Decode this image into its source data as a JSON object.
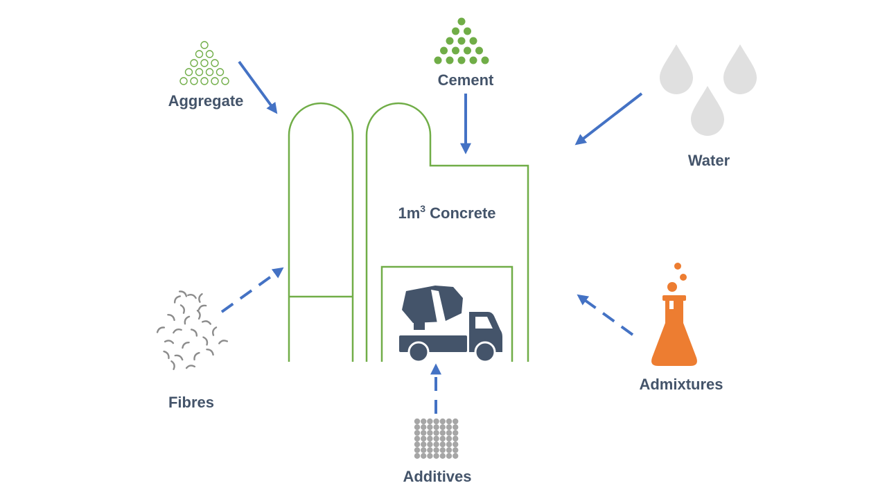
{
  "colors": {
    "label": "#44546a",
    "plant_outline": "#70ad47",
    "arrow": "#4472c4",
    "water_drop": "#e0e0e0",
    "fibre": "#8c8c8c",
    "additive_dot": "#a6a6a6",
    "flask": "#ed7d31",
    "truck": "#44546a"
  },
  "plant": {
    "main_label": "1m",
    "main_label_sup": "3",
    "main_label_rest": " Concrete"
  },
  "inputs": {
    "aggregate": {
      "label": "Aggregate",
      "icon": "aggregate-icon",
      "arrow": "solid"
    },
    "cement": {
      "label": "Cement",
      "icon": "cement-icon",
      "arrow": "solid"
    },
    "water": {
      "label": "Water",
      "icon": "water-drops-icon",
      "arrow": "solid"
    },
    "fibres": {
      "label": "Fibres",
      "icon": "fibres-icon",
      "arrow": "dashed"
    },
    "admixtures": {
      "label": "Admixtures",
      "icon": "flask-icon",
      "arrow": "dashed"
    },
    "additives": {
      "label": "Additives",
      "icon": "additives-grid-icon",
      "arrow": "dashed"
    }
  }
}
